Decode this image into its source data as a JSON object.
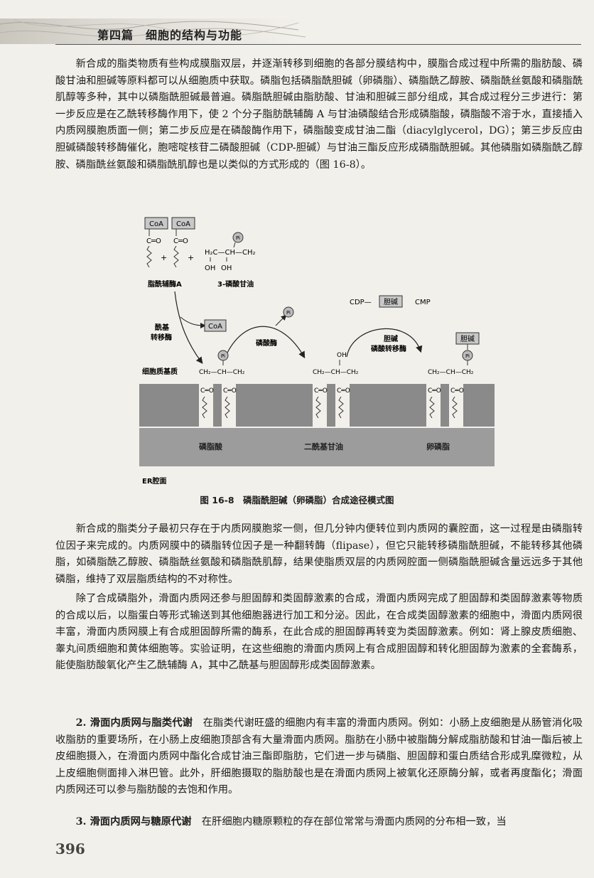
{
  "header": {
    "title": "第四篇　细胞的结构与功能"
  },
  "paragraphs": {
    "p1": "新合成的脂类物质有些构成膜脂双层，并逐渐转移到细胞的各部分膜结构中，膜脂合成过程中所需的脂肪酸、磷酸甘油和胆碱等原料都可以从细胞质中获取。磷脂包括磷脂酰胆碱（卵磷脂）、磷脂酰乙醇胺、磷脂酰丝氨酸和磷脂酰肌醇等多种，其中以磷脂酰胆碱最普遍。磷脂酰胆碱由脂肪酸、甘油和胆碱三部分组成，其合成过程分三步进行：第一步反应是在乙酰转移酶作用下，使 2 个分子脂肪酰辅酶 A 与甘油磷酸结合形成磷脂酸，磷脂酸不溶于水，直接插入内质网膜胞质面一侧；第二步反应是在磷酸酶作用下，磷脂酸变成甘油二酯（diacylglycerol，DG）；第三步反应由胆碱磷酸转移酶催化，胞嘧啶核苷二磷酸胆碱（CDP-胆碱）与甘油三酯反应形成磷脂酰胆碱。其他磷脂如磷脂酰乙醇胺、磷脂酰丝氨酸和磷脂酰肌醇也是以类似的方式形成的（图 16-8）。",
    "p2": "新合成的脂类分子最初只存在于内质网膜胞浆一侧，但几分钟内便转位到内质网的囊腔面，这一过程是由磷脂转位因子来完成的。内质网膜中的磷脂转位因子是一种翻转酶（flipase），但它只能转移磷脂酰胆碱，不能转移其他磷脂，如磷脂酰乙醇胺、磷脂酰丝氨酸和磷脂酰肌醇，结果使脂质双层的内质网腔面一侧磷脂酰胆碱含量远远多于其他磷脂，维持了双层脂质结构的不对称性。",
    "p3": "除了合成磷脂外，滑面内质网还参与胆固醇和类固醇激素的合成，滑面内质网完成了胆固醇和类固醇激素等物质的合成以后，以脂蛋白等形式输送到其他细胞器进行加工和分泌。因此，在合成类固醇激素的细胞中，滑面内质网很丰富，滑面内质网膜上有合成胆固醇所需的酶系，在此合成的胆固醇再转变为类固醇激素。例如：肾上腺皮质细胞、睾丸间质细胞和黄体细胞等。实验证明，在这些细胞的滑面内质网上有合成胆固醇和转化胆固醇为激素的全套酶系，能使脂肪酸氧化产生乙酰辅酶 A，其中乙酰基与胆固醇形成类固醇激素。",
    "p4_head": "2. 滑面内质网与脂类代谢",
    "p4_body": "　在脂类代谢旺盛的细胞内有丰富的滑面内质网。例如：小肠上皮细胞是从肠管消化吸收脂肪的重要场所，在小肠上皮细胞顶部含有大量滑面内质网。脂肪在小肠中被脂酶分解成脂肪酸和甘油一酯后被上皮细胞摄入，在滑面内质网中酯化合成甘油三酯即脂肪，它们进一步与磷脂、胆固醇和蛋白质结合形成乳糜微粒，从上皮细胞侧面排入淋巴管。此外，肝细胞摄取的脂肪酸也是在滑面内质网上被氧化还原酶分解，或者再度酯化；滑面内质网还可以参与脂肪酸的去饱和作用。",
    "p5_head": "3. 滑面内质网与糖原代谢",
    "p5_body": "　在肝细胞内糖原颗粒的存在部位常常与滑面内质网的分布相一致，当"
  },
  "figure": {
    "coa": "CoA",
    "c_eq_o": "C═O",
    "plus": "+",
    "p_circle": "Pi",
    "g3p_top": "H₂C—CH—CH₂",
    "oh": "OH",
    "acyl_coa_label": "脂酰辅酶A",
    "g3p_label": "3-磷酸甘油",
    "acyltransferase_label_1": "酰基",
    "acyltransferase_label_2": "转移酶",
    "cytosol_label": "细胞质基质",
    "phosphatase_label": "磷酸酶",
    "cdp": "CDP—",
    "choline_box": "胆碱",
    "cmp": "CMP",
    "cpt_label_1": "胆碱",
    "cpt_label_2": "磷酸转移酶",
    "glycerol_backbone": "CH₂—CH—CH₂",
    "pa_label": "磷脂酸",
    "dg_label": "二酰基甘油",
    "pc_label": "卵磷脂",
    "er_lumen_label": "ER腔面",
    "oh_dg": "OH"
  },
  "caption": "图 16-8　磷脂酰胆碱（卵磷脂）合成途径模式图",
  "page_number": "396"
}
